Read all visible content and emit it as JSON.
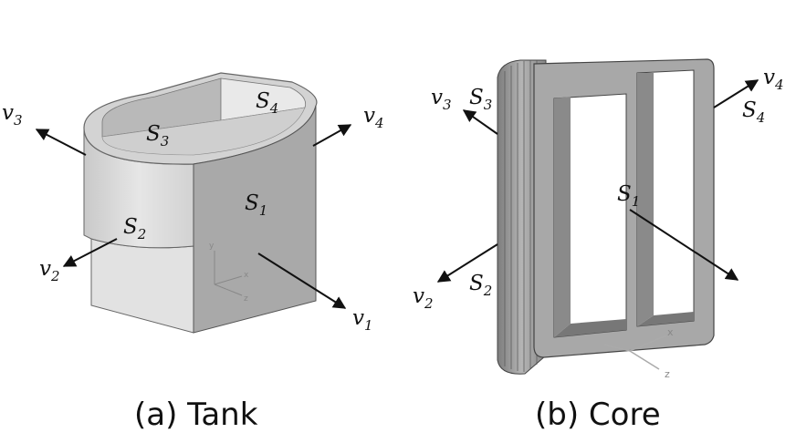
{
  "panels": {
    "tank": {
      "caption": "(a) Tank",
      "surfaces": [
        {
          "name": "S",
          "sub": "1"
        },
        {
          "name": "S",
          "sub": "2"
        },
        {
          "name": "S",
          "sub": "3"
        },
        {
          "name": "S",
          "sub": "4"
        }
      ],
      "vectors": [
        {
          "name": "v",
          "sub": "1"
        },
        {
          "name": "v",
          "sub": "2"
        },
        {
          "name": "v",
          "sub": "3"
        },
        {
          "name": "v",
          "sub": "4"
        }
      ],
      "axes": [
        "y",
        "x",
        "z"
      ]
    },
    "core": {
      "caption": "(b) Core",
      "surfaces": [
        {
          "name": "S",
          "sub": "1"
        },
        {
          "name": "S",
          "sub": "2"
        },
        {
          "name": "S",
          "sub": "3"
        },
        {
          "name": "S",
          "sub": "4"
        }
      ],
      "vectors": [
        {
          "name": "v",
          "sub": "2"
        },
        {
          "name": "v",
          "sub": "3"
        },
        {
          "name": "v",
          "sub": "4"
        }
      ],
      "axes": [
        "x",
        "z"
      ]
    }
  },
  "colors": {
    "tank_face": "#a9a9a9",
    "tank_side": "#d6d6d6",
    "core_gray": "#9c9c9c",
    "arrow": "#111111"
  }
}
